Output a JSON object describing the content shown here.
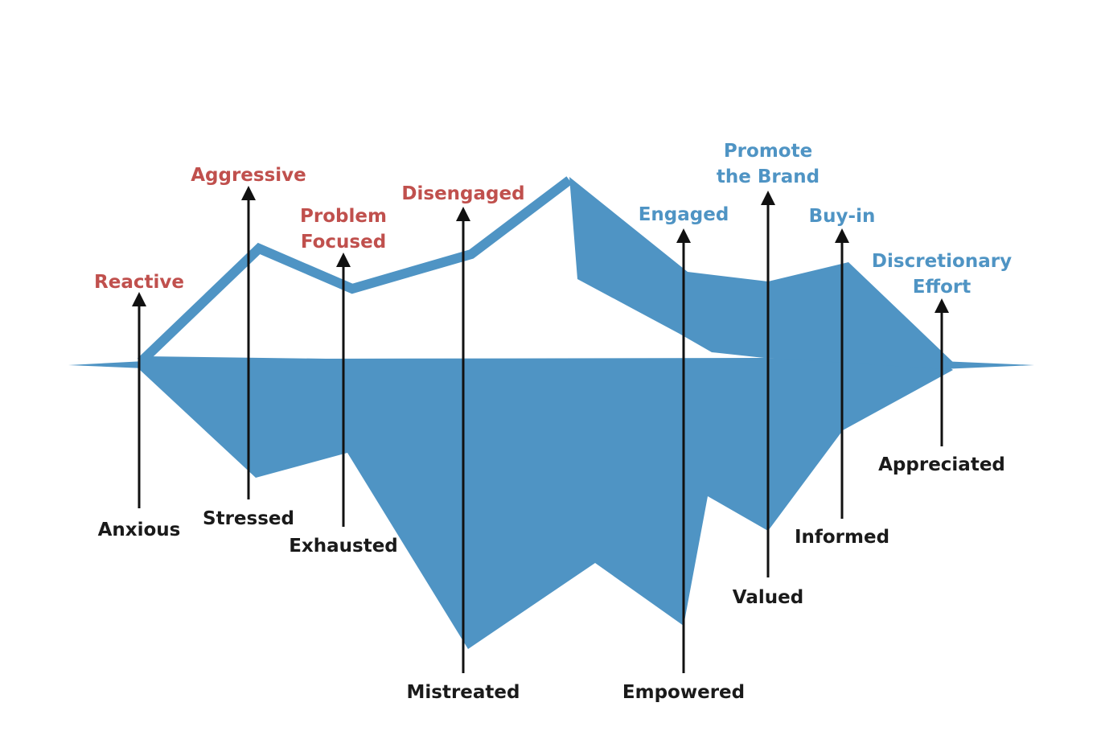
{
  "colors": {
    "fill": "#4f94c4",
    "outline": "#4f94c4",
    "arrow": "#111111",
    "negative_text": "#c0504d",
    "positive_text": "#4f94c4",
    "state_text": "#1a1a1a"
  },
  "top_labels": [
    {
      "lines": [
        "Reactive"
      ],
      "tone": "negative"
    },
    {
      "lines": [
        "Aggressive"
      ],
      "tone": "negative"
    },
    {
      "lines": [
        "Problem",
        "Focused"
      ],
      "tone": "negative"
    },
    {
      "lines": [
        "Disengaged"
      ],
      "tone": "negative"
    },
    {
      "lines": [
        "Engaged"
      ],
      "tone": "positive"
    },
    {
      "lines": [
        "Promote",
        "the Brand"
      ],
      "tone": "positive"
    },
    {
      "lines": [
        "Buy-in"
      ],
      "tone": "positive"
    },
    {
      "lines": [
        "Discretionary",
        "Effort"
      ],
      "tone": "positive"
    }
  ],
  "bottom_labels": [
    {
      "text": "Anxious"
    },
    {
      "text": "Stressed"
    },
    {
      "text": "Exhausted"
    },
    {
      "text": "Mistreated"
    },
    {
      "text": "Empowered"
    },
    {
      "text": "Valued"
    },
    {
      "text": "Informed"
    },
    {
      "text": "Appreciated"
    }
  ]
}
